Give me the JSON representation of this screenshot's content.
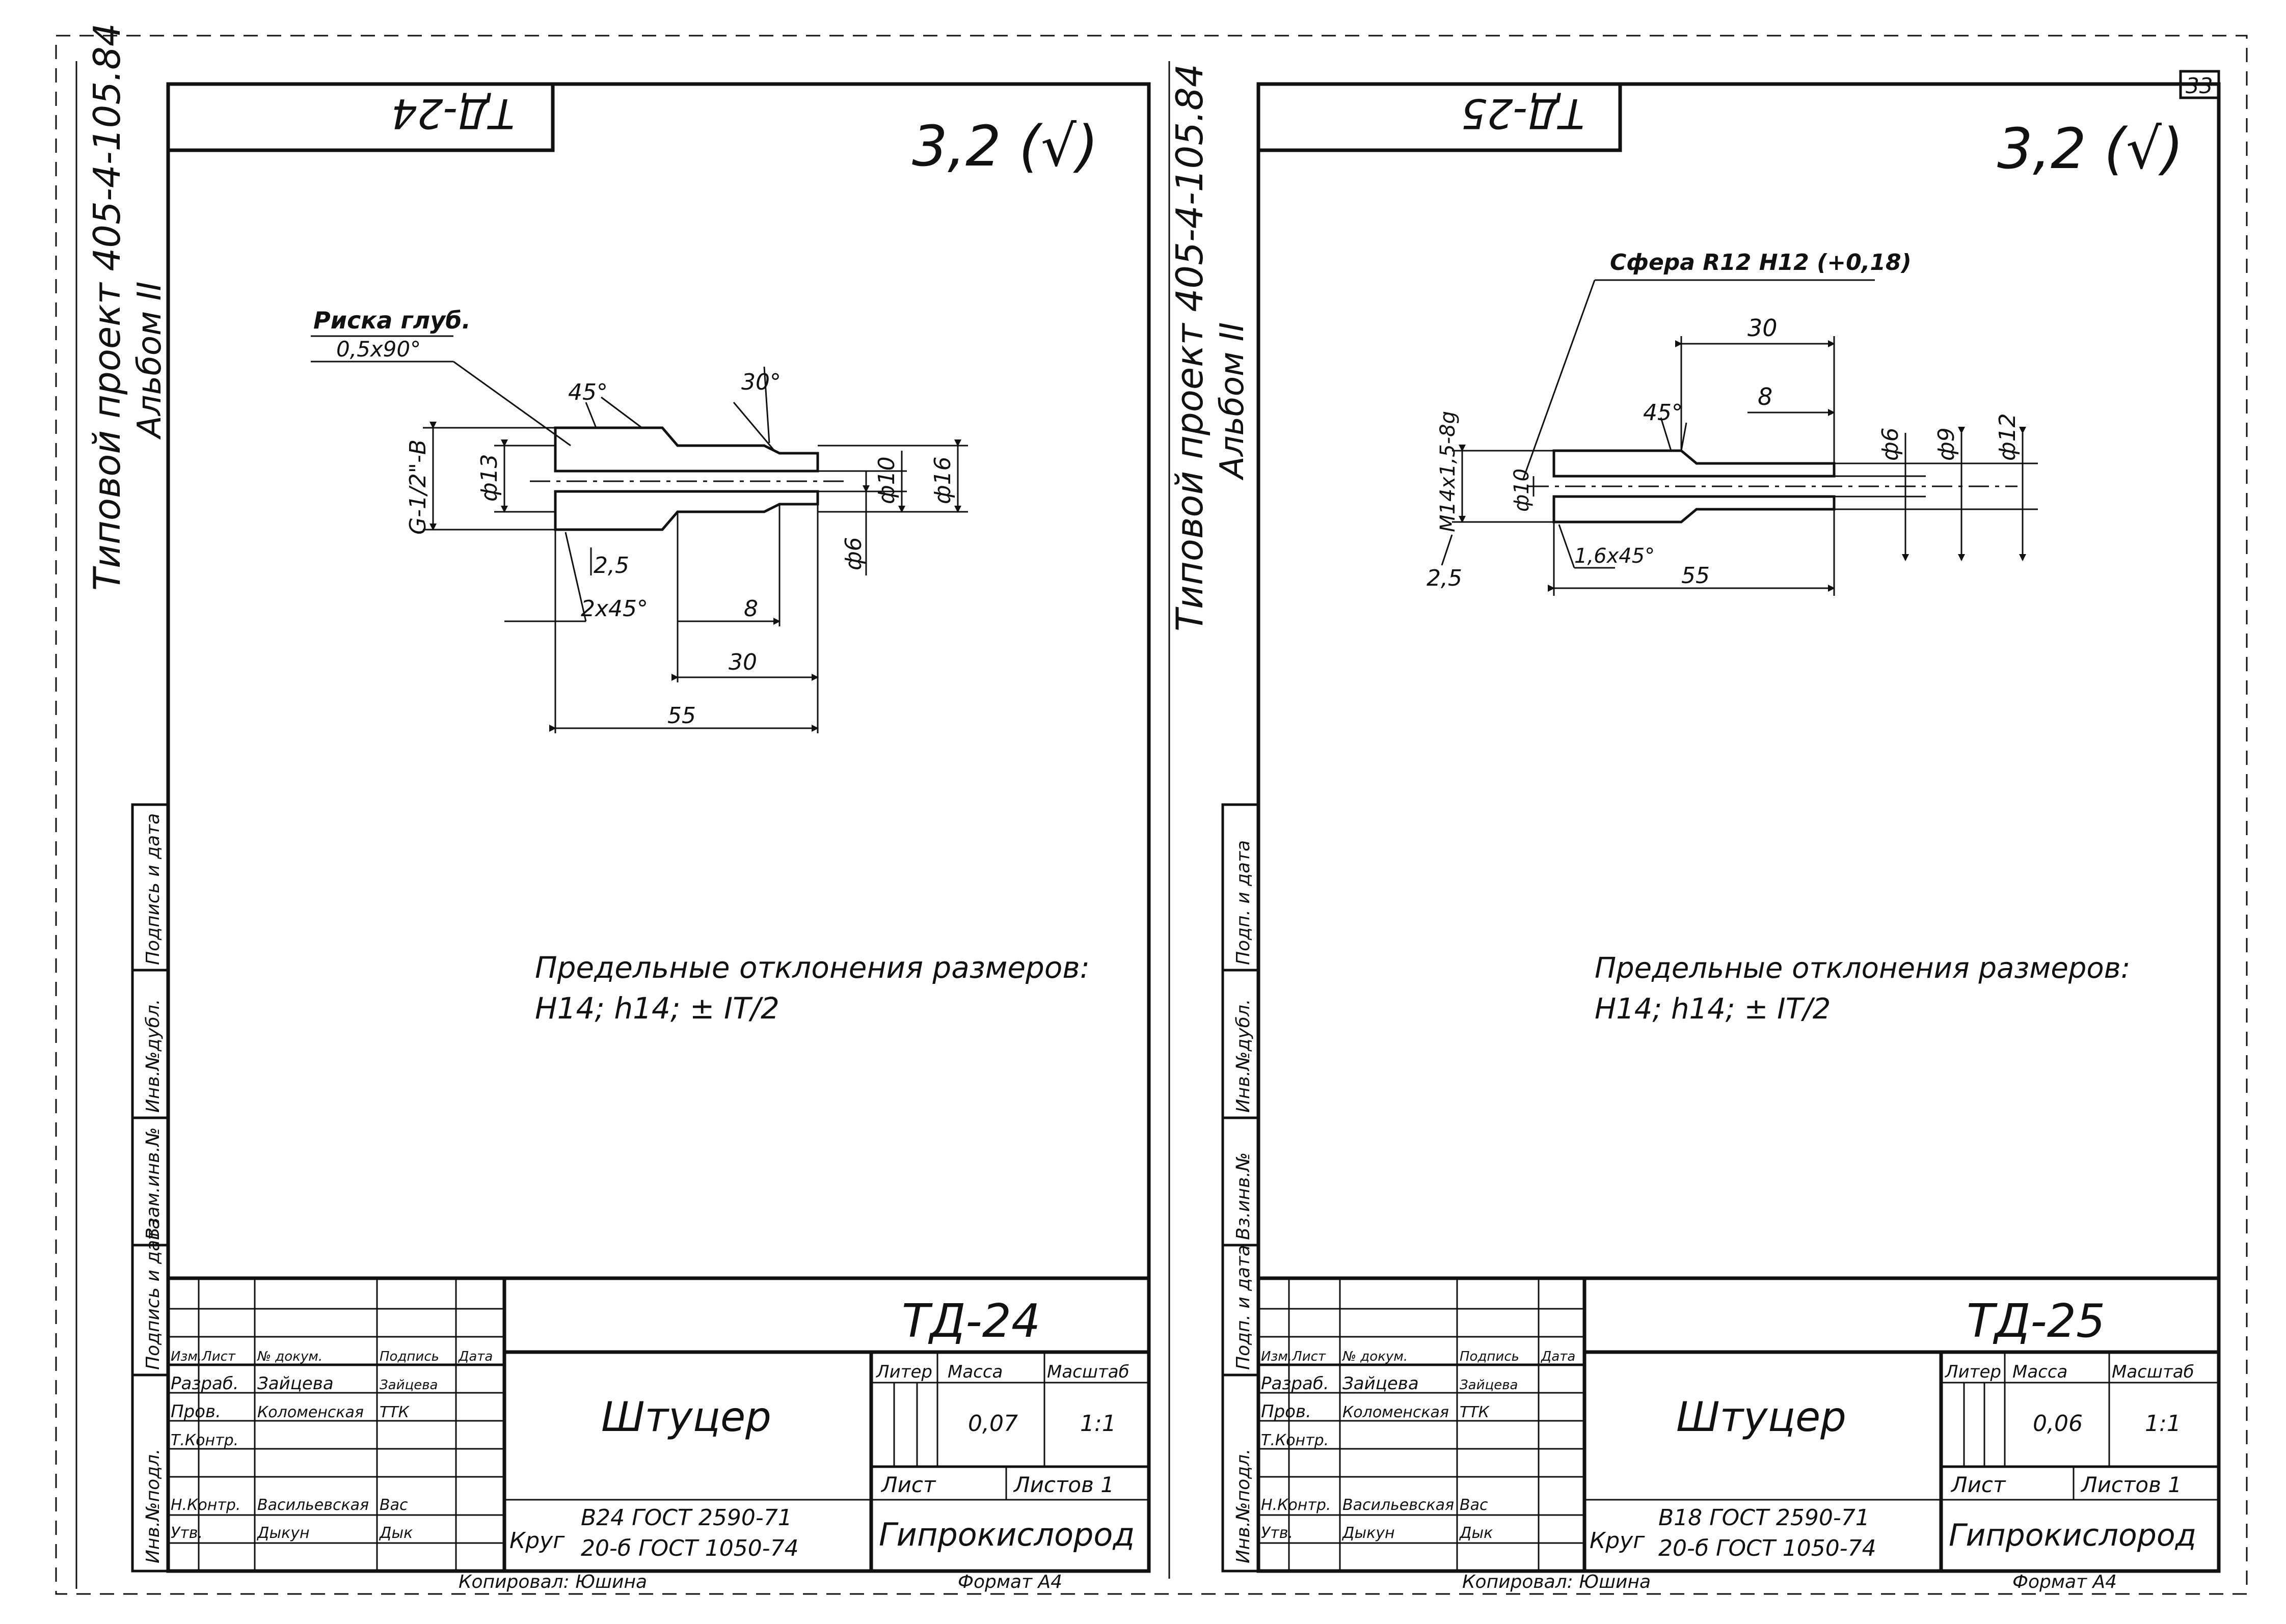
{
  "sheet_number": "33",
  "sheets": [
    {
      "side_label_project": "Типовой проект 405-4-105.84",
      "side_label_album": "Альбом II",
      "top_code": "ТД-24",
      "roughness": "3,2 (√)",
      "notes": {
        "riska_line1": "Риска глуб.",
        "riska_line2": "0,5x90°",
        "thread": "G-1/2\"-B",
        "angle45": "45°",
        "angle30": "30°",
        "d13": "ф13",
        "d10": "ф10",
        "d16": "ф16",
        "d6": "ф6",
        "r25": "2,5",
        "chamfer": "2x45°",
        "dim8": "8",
        "dim30": "30",
        "dim55": "55"
      },
      "deviation_title": "Предельные отклонения размеров:",
      "deviation_values": "H14; h14; ± IT/2",
      "title_block": {
        "code": "ТД-24",
        "name": "Штуцер",
        "material_line1": "В24 ГОСТ 2590-71",
        "material_line2": "20-б ГОСТ 1050-74",
        "material_prefix": "Круг",
        "org": "Гипрокислород",
        "mass": "0,07",
        "scale": "1:1",
        "sheet_label": "Лист",
        "sheets_label": "Листов 1",
        "lit_label": "Литер",
        "mass_label": "Масса",
        "scale_label": "Масштаб",
        "rows": [
          {
            "role": "Изм.Лист",
            "name": "№ докум.",
            "sign": "Подпись",
            "date": "Дата"
          },
          {
            "role": "Разраб.",
            "name": "Зайцева",
            "sign": "Зайцева"
          },
          {
            "role": "Пров.",
            "name": "Коломенская",
            "sign": "ТТК"
          },
          {
            "role": "Т.Контр.",
            "name": "",
            "sign": ""
          },
          {
            "role": "Н.Контр.",
            "name": "Васильевская",
            "sign": "Вас"
          },
          {
            "role": "Утв.",
            "name": "Дыкун",
            "sign": "Дык"
          }
        ],
        "copied": "Копировал: Юшина",
        "format": "Формат А4"
      },
      "side_stamps": [
        "Инв.№подл.",
        "Подпись и дата",
        "Взам.инв.№",
        "Инв.№дубл.",
        "Подпись и дата"
      ]
    },
    {
      "side_label_project": "Типовой проект 405-4-105.84",
      "side_label_album": "Альбом II",
      "top_code": "ТД-25",
      "roughness": "3,2 (√)",
      "notes": {
        "sphere": "Сфера R12 H12 (+0,18)",
        "thread": "M14x1,5-8g",
        "angle45": "45°",
        "d10": "ф10",
        "d6": "ф6",
        "d9": "ф9",
        "d12": "ф12",
        "r25": "2,5",
        "chamfer": "1,6x45°",
        "dim8": "8",
        "dim30": "30",
        "dim55": "55"
      },
      "deviation_title": "Предельные отклонения размеров:",
      "deviation_values": "H14; h14; ± IT/2",
      "title_block": {
        "code": "ТД-25",
        "name": "Штуцер",
        "material_line1": "В18 ГОСТ 2590-71",
        "material_line2": "20-б ГОСТ 1050-74",
        "material_prefix": "Круг",
        "org": "Гипрокислород",
        "mass": "0,06",
        "scale": "1:1",
        "sheet_label": "Лист",
        "sheets_label": "Листов 1",
        "lit_label": "Литер",
        "mass_label": "Масса",
        "scale_label": "Масштаб",
        "rows": [
          {
            "role": "Изм.Лист",
            "name": "№ докум.",
            "sign": "Подпись",
            "date": "Дата"
          },
          {
            "role": "Разраб.",
            "name": "Зайцева",
            "sign": "Зайцева"
          },
          {
            "role": "Пров.",
            "name": "Коломенская",
            "sign": "ТТК"
          },
          {
            "role": "Т.Контр.",
            "name": "",
            "sign": ""
          },
          {
            "role": "Н.Контр.",
            "name": "Васильевская",
            "sign": "Вас"
          },
          {
            "role": "Утв.",
            "name": "Дыкун",
            "sign": "Дык"
          }
        ],
        "copied": "Копировал: Юшина",
        "format": "Формат А4"
      },
      "side_stamps": [
        "Инв.№подл.",
        "Подп. и дата",
        "Вз.инв.№",
        "Инв.№дубл.",
        "Подп. и дата"
      ]
    }
  ]
}
